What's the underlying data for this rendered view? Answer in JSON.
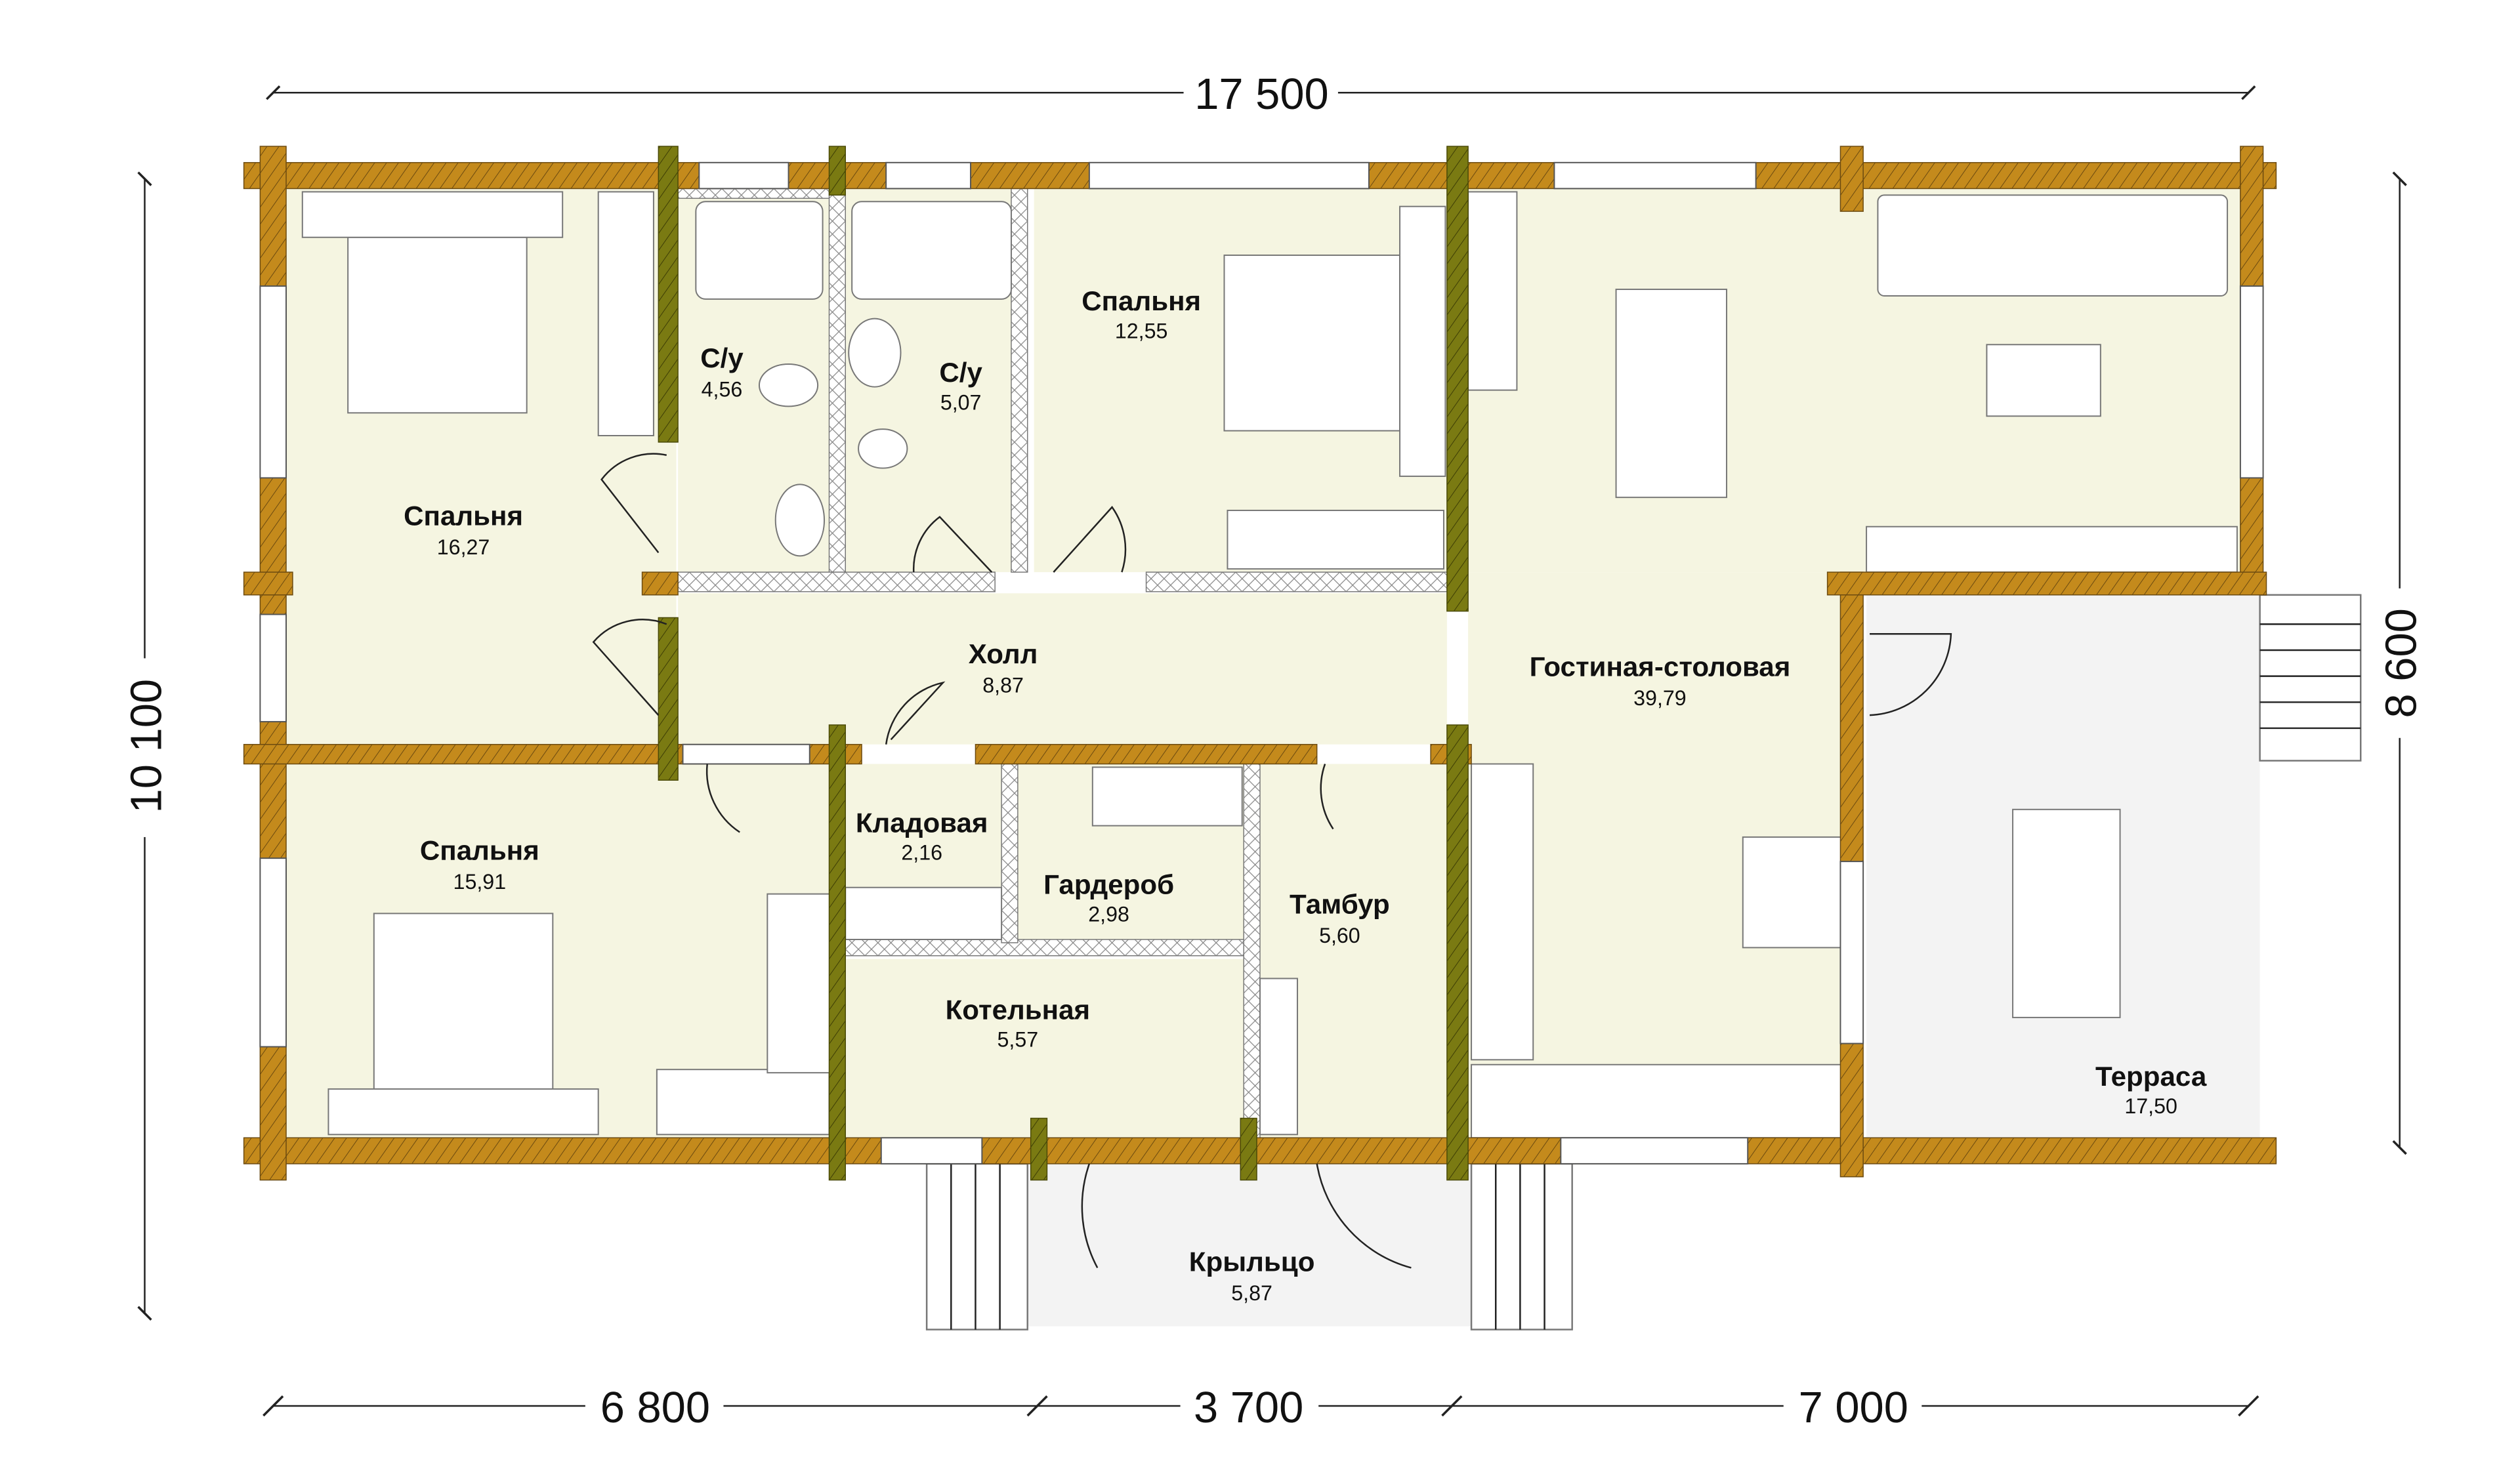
{
  "plan": {
    "rooms": [
      {
        "name": "Спальня",
        "area": "16,27"
      },
      {
        "name": "С/у",
        "area": "4,56"
      },
      {
        "name": "С/у",
        "area": "5,07"
      },
      {
        "name": "Спальня",
        "area": "12,55"
      },
      {
        "name": "Холл",
        "area": "8,87"
      },
      {
        "name": "Гостиная-столовая",
        "area": "39,79"
      },
      {
        "name": "Спальня",
        "area": "15,91"
      },
      {
        "name": "Кладовая",
        "area": "2,16"
      },
      {
        "name": "Гардероб",
        "area": "2,98"
      },
      {
        "name": "Тамбур",
        "area": "5,60"
      },
      {
        "name": "Котельная",
        "area": "5,57"
      },
      {
        "name": "Терраса",
        "area": "17,50"
      },
      {
        "name": "Крыльцо",
        "area": "5,87"
      }
    ],
    "dimensions": {
      "top_total": "17 500",
      "bottom_1": "6 800",
      "bottom_2": "3 700",
      "bottom_3": "7 000",
      "left_total": "10 100",
      "right_total": "8 600"
    },
    "colors": {
      "wood": "#c48a1c",
      "inner_log": "#7a7a12",
      "floor": "#f5f5e1",
      "outdoor": "#f3f3f3"
    }
  }
}
